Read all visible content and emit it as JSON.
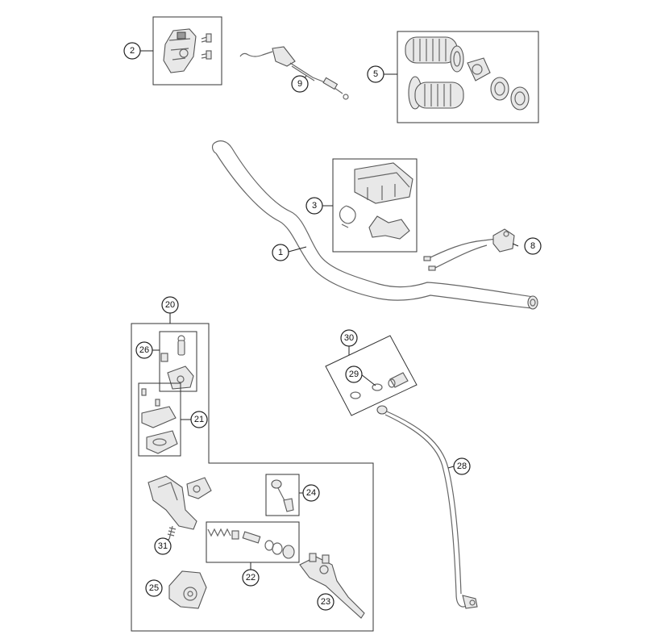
{
  "callouts": [
    {
      "id": "c1",
      "label": "1"
    },
    {
      "id": "c2",
      "label": "2"
    },
    {
      "id": "c3",
      "label": "3"
    },
    {
      "id": "c5",
      "label": "5"
    },
    {
      "id": "c8",
      "label": "8"
    },
    {
      "id": "c9",
      "label": "9"
    },
    {
      "id": "c20",
      "label": "20"
    },
    {
      "id": "c21",
      "label": "21"
    },
    {
      "id": "c22",
      "label": "22"
    },
    {
      "id": "c23",
      "label": "23"
    },
    {
      "id": "c24",
      "label": "24"
    },
    {
      "id": "c25",
      "label": "25"
    },
    {
      "id": "c26",
      "label": "26"
    },
    {
      "id": "c28",
      "label": "28"
    },
    {
      "id": "c29",
      "label": "29"
    },
    {
      "id": "c30",
      "label": "30"
    },
    {
      "id": "c31",
      "label": "31"
    }
  ]
}
